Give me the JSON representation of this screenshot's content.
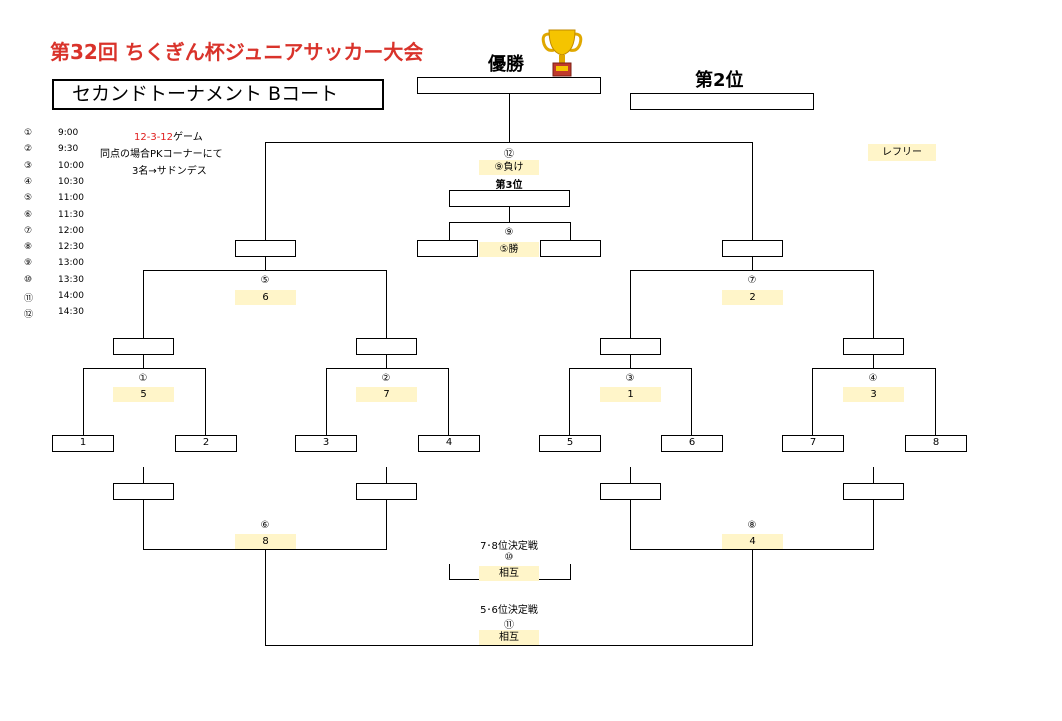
{
  "header": {
    "title": "第32回 ちくぎん杯ジュニアサッカー大会",
    "subtitle": "セカンドトーナメント Bコート",
    "champion_label": "優勝",
    "second_label": "第2位",
    "third_label": "第3位"
  },
  "schedule": [
    {
      "no": "①",
      "time": "9:00"
    },
    {
      "no": "②",
      "time": "9:30"
    },
    {
      "no": "③",
      "time": "10:00"
    },
    {
      "no": "④",
      "time": "10:30"
    },
    {
      "no": "⑤",
      "time": "11:00"
    },
    {
      "no": "⑥",
      "time": "11:30"
    },
    {
      "no": "⑦",
      "time": "12:00"
    },
    {
      "no": "⑧",
      "time": "12:30"
    },
    {
      "no": "⑨",
      "time": "13:00"
    },
    {
      "no": "⑩",
      "time": "13:30"
    },
    {
      "no": "⑪",
      "time": "14:00"
    },
    {
      "no": "⑫",
      "time": "14:30"
    }
  ],
  "rules": {
    "format_red": "12-3-12",
    "format_suffix": "ゲーム",
    "line2": "同点の場合PKコーナーにて",
    "line3": "3名→サドンデス"
  },
  "referee_label": "レフリー",
  "teams": [
    "1",
    "2",
    "3",
    "4",
    "5",
    "6",
    "7",
    "8"
  ],
  "matches": {
    "m1": {
      "no": "①",
      "ref": "5"
    },
    "m2": {
      "no": "②",
      "ref": "7"
    },
    "m3": {
      "no": "③",
      "ref": "1"
    },
    "m4": {
      "no": "④",
      "ref": "3"
    },
    "m5": {
      "no": "⑤",
      "ref": "6"
    },
    "m6": {
      "no": "⑥",
      "ref": "8"
    },
    "m7": {
      "no": "⑦",
      "ref": "2"
    },
    "m8": {
      "no": "⑧",
      "ref": "4"
    },
    "m9": {
      "no": "⑨",
      "ref": "⑤勝"
    },
    "m10": {
      "no": "⑩",
      "ref": "相互",
      "label": "7･8位決定戦"
    },
    "m11": {
      "no": "⑪",
      "ref": "相互",
      "label": "5･6位決定戦"
    },
    "m12": {
      "no": "⑫",
      "ref": "⑨負け"
    }
  }
}
